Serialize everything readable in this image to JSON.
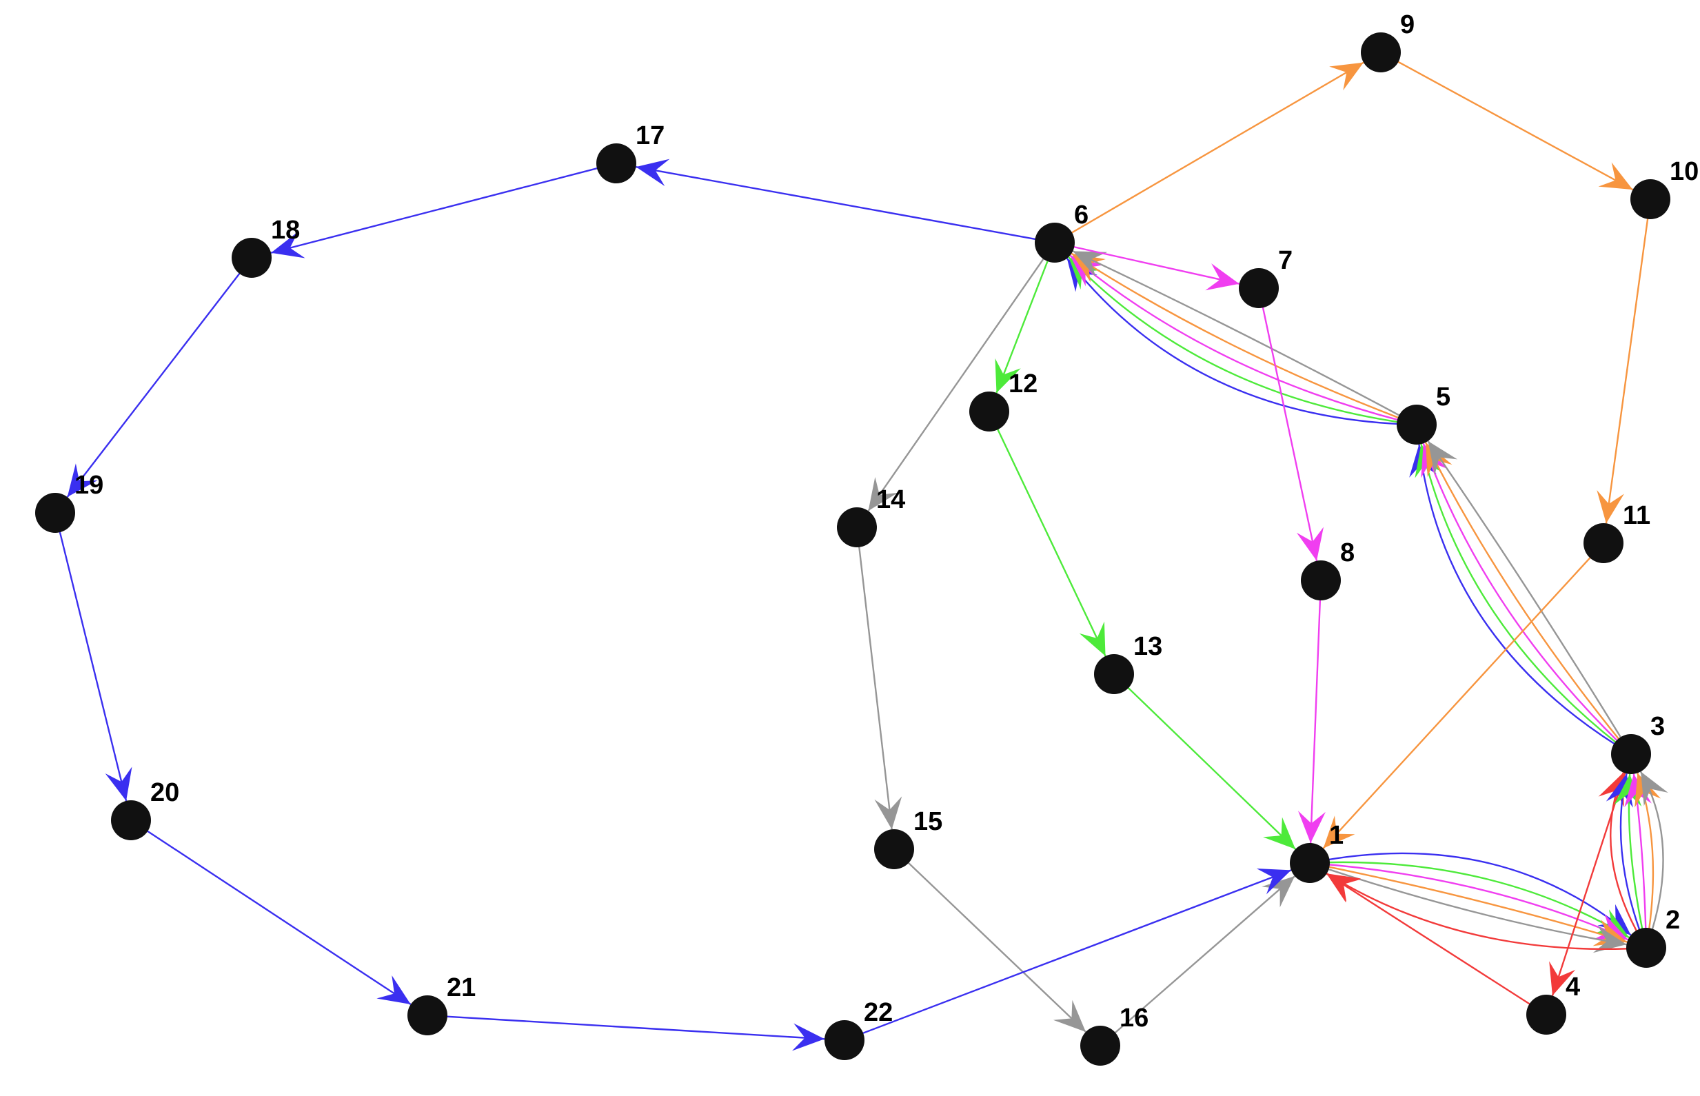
{
  "colors": {
    "red": "#f23a3a",
    "blue": "#3a2ff0",
    "green": "#4dea3a",
    "magenta": "#f03ef0",
    "orange": "#f7953f",
    "gray": "#969696",
    "node": "#111111"
  },
  "nodes": [
    {
      "id": "1",
      "label": "1"
    },
    {
      "id": "2",
      "label": "2"
    },
    {
      "id": "3",
      "label": "3"
    },
    {
      "id": "4",
      "label": "4"
    },
    {
      "id": "5",
      "label": "5"
    },
    {
      "id": "6",
      "label": "6"
    },
    {
      "id": "7",
      "label": "7"
    },
    {
      "id": "8",
      "label": "8"
    },
    {
      "id": "9",
      "label": "9"
    },
    {
      "id": "10",
      "label": "10"
    },
    {
      "id": "11",
      "label": "11"
    },
    {
      "id": "12",
      "label": "12"
    },
    {
      "id": "13",
      "label": "13"
    },
    {
      "id": "14",
      "label": "14"
    },
    {
      "id": "15",
      "label": "15"
    },
    {
      "id": "16",
      "label": "16"
    },
    {
      "id": "17",
      "label": "17"
    },
    {
      "id": "18",
      "label": "18"
    },
    {
      "id": "19",
      "label": "19"
    },
    {
      "id": "20",
      "label": "20"
    },
    {
      "id": "21",
      "label": "21"
    },
    {
      "id": "22",
      "label": "22"
    }
  ],
  "edges": [
    {
      "from": "1",
      "to": "2",
      "color": "blue"
    },
    {
      "from": "1",
      "to": "2",
      "color": "green"
    },
    {
      "from": "1",
      "to": "2",
      "color": "magenta"
    },
    {
      "from": "1",
      "to": "2",
      "color": "orange"
    },
    {
      "from": "1",
      "to": "2",
      "color": "gray"
    },
    {
      "from": "2",
      "to": "1",
      "color": "red"
    },
    {
      "from": "4",
      "to": "1",
      "color": "red"
    },
    {
      "from": "3",
      "to": "4",
      "color": "red"
    },
    {
      "from": "2",
      "to": "3",
      "color": "red"
    },
    {
      "from": "2",
      "to": "3",
      "color": "blue"
    },
    {
      "from": "2",
      "to": "3",
      "color": "green"
    },
    {
      "from": "2",
      "to": "3",
      "color": "magenta"
    },
    {
      "from": "2",
      "to": "3",
      "color": "orange"
    },
    {
      "from": "2",
      "to": "3",
      "color": "gray"
    },
    {
      "from": "3",
      "to": "5",
      "color": "blue"
    },
    {
      "from": "3",
      "to": "5",
      "color": "green"
    },
    {
      "from": "3",
      "to": "5",
      "color": "magenta"
    },
    {
      "from": "3",
      "to": "5",
      "color": "orange"
    },
    {
      "from": "3",
      "to": "5",
      "color": "gray"
    },
    {
      "from": "5",
      "to": "6",
      "color": "blue"
    },
    {
      "from": "5",
      "to": "6",
      "color": "green"
    },
    {
      "from": "5",
      "to": "6",
      "color": "magenta"
    },
    {
      "from": "5",
      "to": "6",
      "color": "orange"
    },
    {
      "from": "5",
      "to": "6",
      "color": "gray"
    },
    {
      "from": "6",
      "to": "7",
      "color": "magenta"
    },
    {
      "from": "7",
      "to": "8",
      "color": "magenta"
    },
    {
      "from": "8",
      "to": "1",
      "color": "magenta"
    },
    {
      "from": "6",
      "to": "9",
      "color": "orange"
    },
    {
      "from": "9",
      "to": "10",
      "color": "orange"
    },
    {
      "from": "10",
      "to": "11",
      "color": "orange"
    },
    {
      "from": "11",
      "to": "1",
      "color": "orange"
    },
    {
      "from": "6",
      "to": "12",
      "color": "green"
    },
    {
      "from": "12",
      "to": "13",
      "color": "green"
    },
    {
      "from": "13",
      "to": "1",
      "color": "green"
    },
    {
      "from": "6",
      "to": "14",
      "color": "gray"
    },
    {
      "from": "14",
      "to": "15",
      "color": "gray"
    },
    {
      "from": "15",
      "to": "16",
      "color": "gray"
    },
    {
      "from": "16",
      "to": "1",
      "color": "gray"
    },
    {
      "from": "6",
      "to": "17",
      "color": "blue"
    },
    {
      "from": "17",
      "to": "18",
      "color": "blue"
    },
    {
      "from": "18",
      "to": "19",
      "color": "blue"
    },
    {
      "from": "19",
      "to": "20",
      "color": "blue"
    },
    {
      "from": "20",
      "to": "21",
      "color": "blue"
    },
    {
      "from": "21",
      "to": "22",
      "color": "blue"
    },
    {
      "from": "22",
      "to": "1",
      "color": "blue"
    }
  ]
}
